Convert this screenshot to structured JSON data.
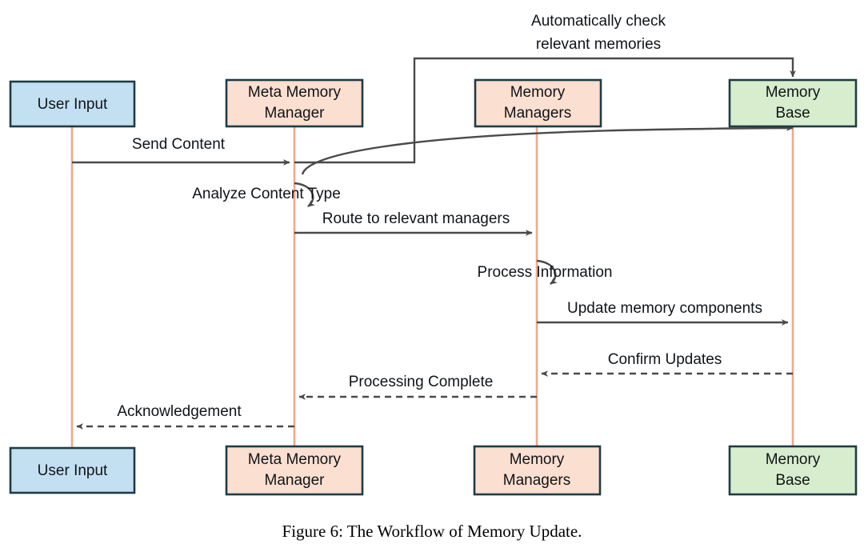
{
  "figure": {
    "caption": "Figure 6: The Workflow of Memory Update.",
    "title": "The Workflow of Memory Update"
  },
  "colors": {
    "user_input_fill": "#c3e0f2",
    "manager_fill": "#fbdfd0",
    "memory_base_fill": "#d7edcd",
    "node_stroke": "#1f3b45",
    "lifeline": "#f0a88a",
    "arrow": "#4a4a4a",
    "text": "#101418",
    "background": "#ffffff"
  },
  "participants": [
    {
      "id": "user-input",
      "label_line1": "User Input",
      "label_line2": "",
      "fill_key": "user_input_fill"
    },
    {
      "id": "meta-memory-manager",
      "label_line1": "Meta Memory",
      "label_line2": "Manager",
      "fill_key": "manager_fill"
    },
    {
      "id": "memory-managers",
      "label_line1": "Memory",
      "label_line2": "Managers",
      "fill_key": "manager_fill"
    },
    {
      "id": "memory-base",
      "label_line1": "Memory",
      "label_line2": "Base",
      "fill_key": "memory_base_fill"
    }
  ],
  "messages": [
    {
      "id": "send-content",
      "label": "Send Content",
      "from": "user-input",
      "to": "meta-memory-manager",
      "style": "solid",
      "kind": "arrow"
    },
    {
      "id": "automatically-check",
      "label_line1": "Automatically check",
      "label_line2": "relevant memories",
      "from": "meta-memory-manager",
      "to": "memory-base",
      "style": "solid",
      "kind": "routed"
    },
    {
      "id": "return-memories",
      "label": "",
      "from": "memory-base",
      "to": "meta-memory-manager",
      "style": "solid",
      "kind": "curve"
    },
    {
      "id": "analyze-content-type",
      "label": "Analyze Content Type",
      "from": "meta-memory-manager",
      "to": "meta-memory-manager",
      "style": "solid",
      "kind": "self-loop"
    },
    {
      "id": "route-to-relevant-managers",
      "label": "Route to relevant managers",
      "from": "meta-memory-manager",
      "to": "memory-managers",
      "style": "solid",
      "kind": "arrow"
    },
    {
      "id": "process-information",
      "label": "Process Information",
      "from": "memory-managers",
      "to": "memory-managers",
      "style": "solid",
      "kind": "self-loop"
    },
    {
      "id": "update-memory-components",
      "label": "Update memory components",
      "from": "memory-managers",
      "to": "memory-base",
      "style": "solid",
      "kind": "arrow"
    },
    {
      "id": "confirm-updates",
      "label": "Confirm Updates",
      "from": "memory-base",
      "to": "memory-managers",
      "style": "dashed",
      "kind": "arrow"
    },
    {
      "id": "processing-complete",
      "label": "Processing Complete",
      "from": "memory-managers",
      "to": "meta-memory-manager",
      "style": "dashed",
      "kind": "arrow"
    },
    {
      "id": "acknowledgement",
      "label": "Acknowledgement",
      "from": "meta-memory-manager",
      "to": "user-input",
      "style": "dashed",
      "kind": "arrow"
    }
  ]
}
